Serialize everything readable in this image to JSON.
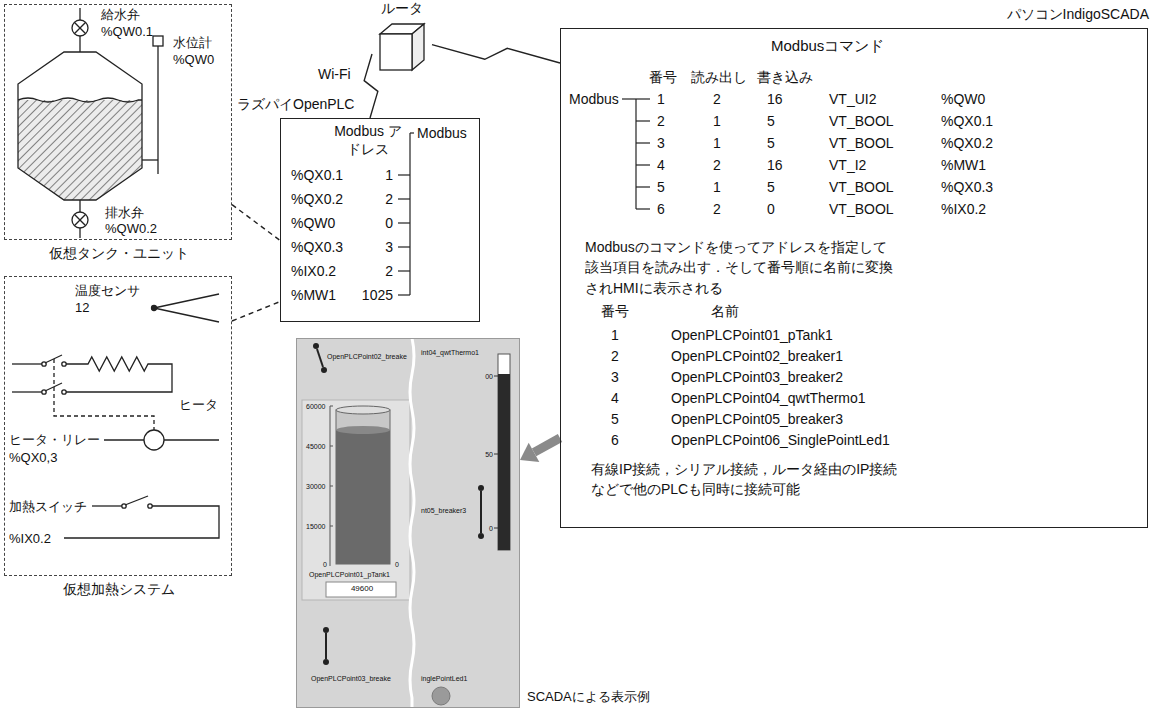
{
  "diagram": {
    "nodes": [
      {
        "text": [
          "仮想タンク・ユニット"
        ]
      },
      {
        "text": [
          "仮想加熱システム"
        ]
      },
      {
        "text": [
          "ラズパイOpenPLC"
        ]
      },
      {
        "text": [
          "ルータ"
        ]
      },
      {
        "text": [
          "パソコンIndigoSCADA"
        ]
      },
      {
        "text": [
          "SCADAによる表示例"
        ]
      }
    ],
    "edges": [
      {
        "from": 0,
        "to": 2,
        "arrow": "none"
      },
      {
        "from": 1,
        "to": 2,
        "arrow": "none"
      },
      {
        "from": 2,
        "to": 3,
        "label": "Wi-Fi",
        "arrow": "none"
      },
      {
        "from": 3,
        "to": 4,
        "arrow": "none"
      },
      {
        "from": 4,
        "to": 5,
        "arrow": "to"
      }
    ],
    "labels": [
      "給水弁",
      "%QW0.1",
      "水位計",
      "%QW0",
      "排水弁",
      "%QW0.2",
      "温度センサ",
      "12",
      "ヒータ",
      "ヒータ・リレー",
      "%QX0,3",
      "加熱スイッチ",
      "%IX0.2",
      "Modbus アドレス",
      "Modbus",
      "%QX0.1",
      "1",
      "%QX0.2",
      "2",
      "%QW0",
      "0",
      "%QX0.3",
      "3",
      "%IX0.2",
      "2",
      "%MW1",
      "1025",
      "Modbusコマンド",
      "Modbus",
      "番号",
      "読み出し",
      "書き込み",
      "1",
      "2",
      "16",
      "VT_UI2",
      "%QW0",
      "2",
      "1",
      "5",
      "VT_BOOL",
      "%QX0.1",
      "3",
      "1",
      "5",
      "VT_BOOL",
      "%QX0.2",
      "4",
      "2",
      "16",
      "VT_I2",
      "%MW1",
      "5",
      "1",
      "5",
      "VT_BOOL",
      "%QX0.3",
      "6",
      "2",
      "0",
      "VT_BOOL",
      "%IX0.2",
      "Modbusのコマンドを使ってアドレスを指定して 該当項目を読み出す．そして番号順に名前に変換 されHMIに表示される",
      "番号",
      "名前",
      "1",
      "OpenPLCPoint01_pTank1",
      "2",
      "OpenPLCPoint02_breaker1",
      "3",
      "OpenPLCPoint03_breaker2",
      "4",
      "OpenPLCPoint04_qwtThermo1",
      "5",
      "OpenPLCPoint05_breaker3",
      "6",
      "OpenPLCPoint06_SinglePointLed1",
      "有線IP接続，シリアル接続，ルータ経由のIP接続 などで他のPLCも同時に接続可能",
      "OpenPLCPoint02_breake",
      "60000",
      "45000",
      "30000",
      "15000",
      "0",
      "0",
      "OpenPLCPoint01_pTank1",
      "49600",
      "int04_qwtThermo1",
      "00",
      "50",
      "0",
      "nt05_breaker3",
      "OpenPLCPoint03_breake",
      "inglePointLed1"
    ]
  }
}
